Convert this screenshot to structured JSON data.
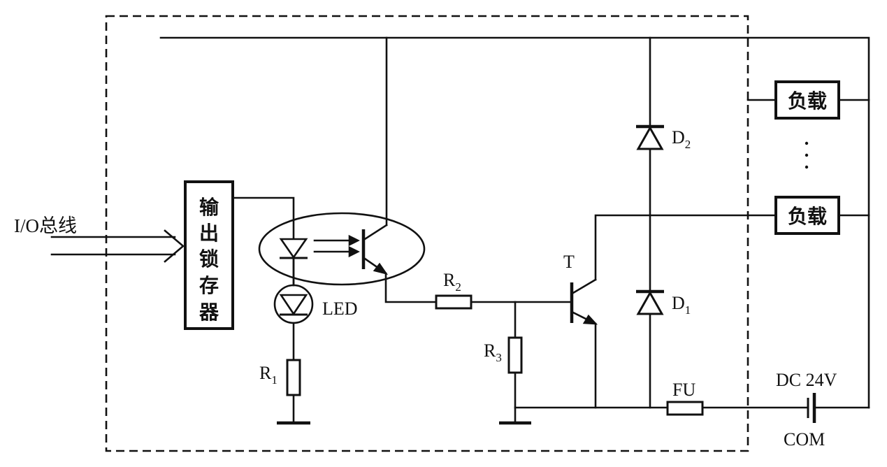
{
  "labels": {
    "bus": "I/O总线",
    "latch_chars": [
      "输",
      "出",
      "锁",
      "存",
      "器"
    ],
    "led": "LED",
    "r1": "R",
    "r1_sub": "1",
    "r2": "R",
    "r2_sub": "2",
    "r3": "R",
    "r3_sub": "3",
    "transistor": "T",
    "d1": "D",
    "d1_sub": "1",
    "d2": "D",
    "d2_sub": "2",
    "fuse": "FU",
    "supply": "DC 24V",
    "com": "COM",
    "load_top": "负载",
    "load_bottom": "负载",
    "ellipsis": "·\n·\n·"
  }
}
